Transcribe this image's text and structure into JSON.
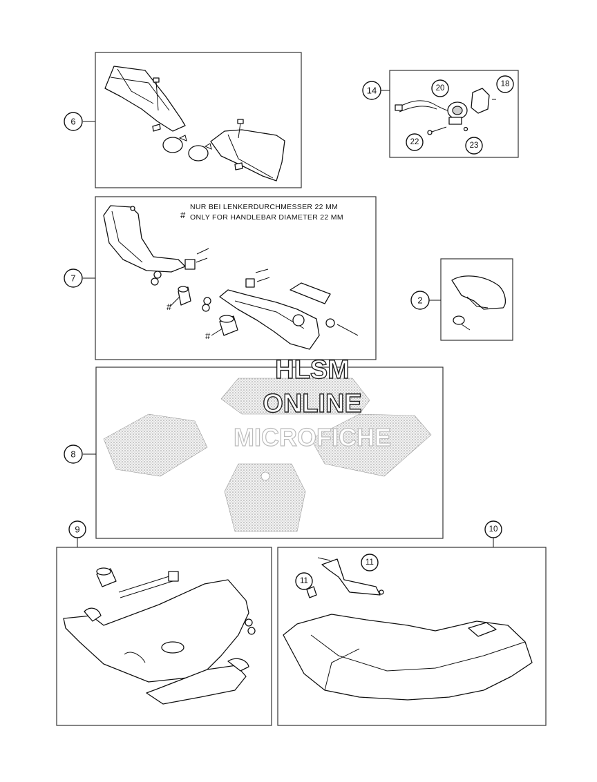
{
  "callouts": {
    "c6": "6",
    "c7": "7",
    "c8": "8",
    "c9": "9",
    "c10": "10",
    "c14": "14",
    "c2": "2",
    "c20": "20",
    "c18": "18",
    "c22": "22",
    "c23": "23",
    "c11a": "11",
    "c11b": "11"
  },
  "note": {
    "hash_symbol": "#",
    "line_de": "NUR BEI LENKERDURCHMESSER 22 MM",
    "line_en": "ONLY FOR HANDLEBAR DIAMETER 22 MM",
    "marks": [
      "#",
      "#"
    ]
  },
  "watermark": {
    "line1": "HLSM",
    "line2": "ONLINE",
    "line3": "MICROFICHE"
  }
}
